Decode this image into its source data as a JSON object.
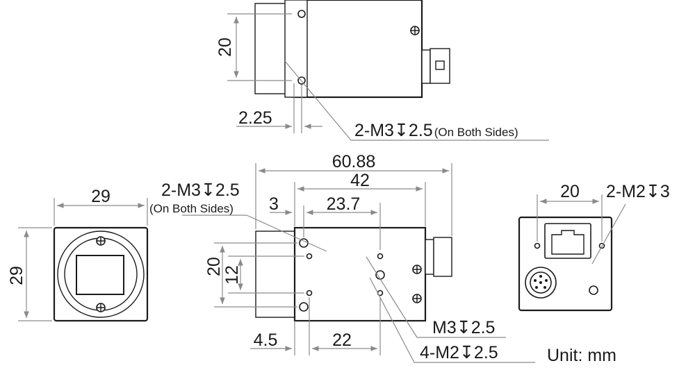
{
  "top_view": {
    "dim_height": "20",
    "dim_offset": "2.25",
    "hole_callout": "2-M3",
    "hole_depth": "2.5",
    "hole_note": "(On Both Sides)"
  },
  "front_view": {
    "dim_width": "29",
    "dim_height": "29"
  },
  "side_view": {
    "dim_total": "60.88",
    "dim_body": "42",
    "dim_3": "3",
    "dim_23_7": "23.7",
    "dim_20": "20",
    "dim_12": "12",
    "dim_4_5": "4.5",
    "dim_22": "22",
    "hole_callout": "2-M3",
    "hole_depth": "2.5",
    "hole_note": "(On Both Sides)",
    "m3_callout": "M3",
    "m3_depth": "2.5",
    "m2_callout": "4-M2",
    "m2_depth": "2.5"
  },
  "rear_view": {
    "dim_width": "20",
    "hole_callout": "2-M2",
    "hole_depth": "3"
  },
  "unit_label": "Unit: mm",
  "depth_symbol": "↧"
}
